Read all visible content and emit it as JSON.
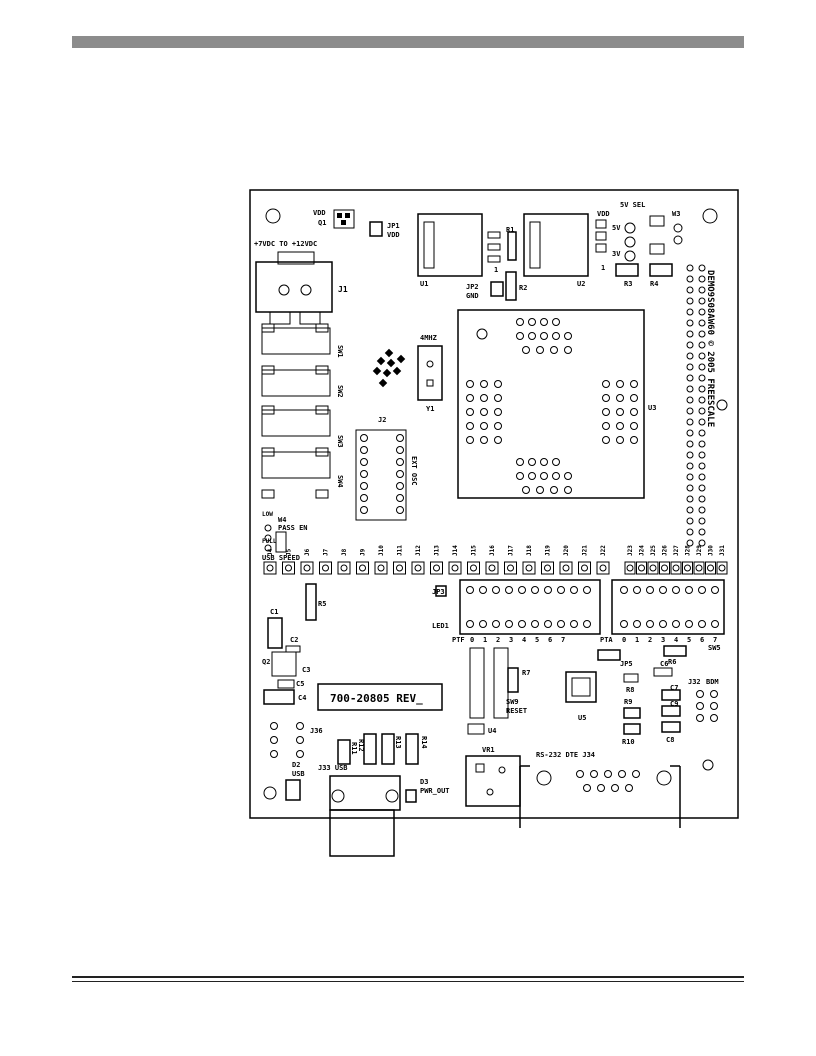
{
  "board": {
    "part_number": "700-20805 REV_",
    "silk_side": "DEMO9S08AW60 © 2005 FREESCALE",
    "labels": {
      "vdd": "VDD",
      "q1": "Q1",
      "jp1": "JP1",
      "jp1_vdd": "VDD",
      "power_in": "+7VDC TO +12VDC",
      "j1": "J1",
      "u1": "U1",
      "u2": "U2",
      "r1": "R1",
      "r2": "R2",
      "jp2": "JP2",
      "gnd": "GND",
      "one": "1",
      "vdd2": "VDD",
      "sel5v": "5V SEL",
      "sel": "SEL",
      "v5": "5V",
      "v3": "3V",
      "w3": "W3",
      "r3": "R3",
      "r4": "R4",
      "crystal": "4MHZ",
      "y1": "Y1",
      "u3": "U3",
      "j2": "J2",
      "ext_osc": "EXT OSC",
      "sw1": "SW1",
      "sw2": "SW2",
      "sw3": "SW3",
      "sw4": "SW4",
      "pass_en": "PASS EN",
      "w4": "W4",
      "usb_speed": "USB SPEED",
      "full": "FULL",
      "low": "LOW",
      "r5": "R5",
      "jp3": "JP3",
      "led1": "LED1",
      "ptf": "PTF",
      "pta": "PTA",
      "r6": "R6",
      "sw5": "SW5",
      "c1": "C1",
      "c2": "C2",
      "c3": "C3",
      "c4": "C4",
      "c5": "C5",
      "q2": "Q2",
      "j36": "J36",
      "r7": "R7",
      "sw9": "SW9",
      "reset": "RESET",
      "u4": "U4",
      "u5": "U5",
      "r8": "R8",
      "r9": "R9",
      "r10": "R10",
      "c6": "C6",
      "c7": "C7",
      "c8": "C8",
      "c9": "C9",
      "j32": "J32",
      "bdm": "BDM",
      "r11": "R11",
      "r12": "R12",
      "r13": "R13",
      "r14": "R14",
      "d2": "D2",
      "usb": "USB",
      "j33": "J33 USB",
      "d3": "D3",
      "pwr_out": "PWR_OUT",
      "vr1": "VR1",
      "rs232": "RS-232 DTE J34",
      "jp5": "JP5"
    },
    "header_labels_left": [
      "J4",
      "J5",
      "J6",
      "J7",
      "J8",
      "J9",
      "J10",
      "J11",
      "J12",
      "J13",
      "J14",
      "J15",
      "J16",
      "J17",
      "J18",
      "J19",
      "J20",
      "J21",
      "J22"
    ],
    "header_labels_right": [
      "J23",
      "J24",
      "J25",
      "J26",
      "J27",
      "J28",
      "J29",
      "J30",
      "J31"
    ],
    "ptf_pins": [
      "0",
      "1",
      "2",
      "3",
      "4",
      "5",
      "6",
      "7"
    ],
    "pta_pins": [
      "0",
      "1",
      "2",
      "3",
      "4",
      "5",
      "6",
      "7"
    ]
  }
}
